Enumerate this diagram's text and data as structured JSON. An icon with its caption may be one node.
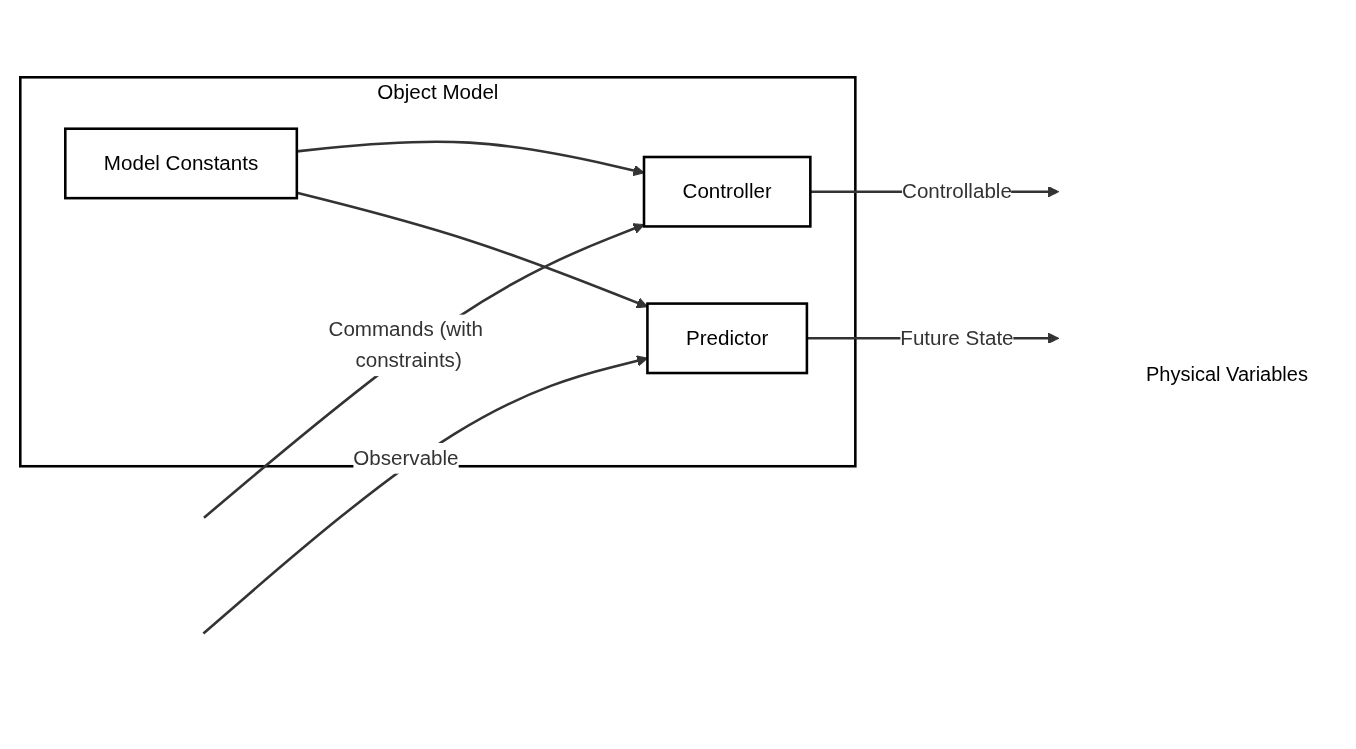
{
  "diagram": {
    "nodes": [
      {
        "text": [
          "Object Model"
        ]
      },
      {
        "text": [
          "Predictor"
        ],
        "in": 0
      },
      {
        "text": [
          "Model Constants"
        ],
        "in": 0
      },
      {
        "text": [
          "Controller"
        ],
        "in": 0
      }
    ],
    "edges": [
      {
        "from": 1,
        "to": null,
        "arrow": "to",
        "label": "Future State"
      },
      {
        "from": null,
        "to": 1,
        "arrow": "to",
        "label": "Observable"
      },
      {
        "from": 2,
        "to": 1,
        "arrow": "to"
      },
      {
        "from": 2,
        "to": 3,
        "arrow": "to"
      },
      {
        "from": null,
        "to": 3,
        "arrow": "to",
        "label": "Commands (with constraints)"
      },
      {
        "from": 3,
        "to": null,
        "arrow": "to",
        "label": "Controllable"
      }
    ],
    "labels": [
      "Physical Variables"
    ]
  }
}
